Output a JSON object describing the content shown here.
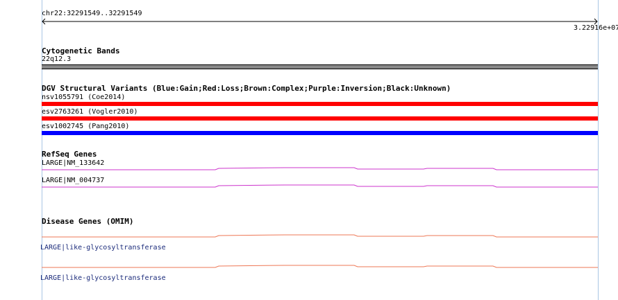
{
  "ruler": {
    "region": "chr22:32291549..32291549",
    "coord_label": "3.22916e+07"
  },
  "tracks": {
    "cyto": {
      "title": "Cytogenetic Bands",
      "band": "22q12.3"
    },
    "dgv": {
      "title": "DGV Structural Variants (Blue:Gain;Red:Loss;Brown:Complex;Purple:Inversion;Black:Unknown)",
      "items": [
        {
          "label": "nsv1055791 (Coe2014)",
          "color": "#ff0000"
        },
        {
          "label": "esv2763261 (Vogler2010)",
          "color": "#ff0000"
        },
        {
          "label": "esv1002745 (Pang2010)",
          "color": "#0000ff"
        }
      ]
    },
    "refseq": {
      "title": "RefSeq Genes",
      "color": "#cc33cc",
      "items": [
        {
          "label": "LARGE|NM_133642"
        },
        {
          "label": "LARGE|NM_004737"
        }
      ]
    },
    "omim": {
      "title": "Disease Genes (OMIM)",
      "color": "#ee7755",
      "items": [
        {
          "label": "LARGE|like-glycosyltransferase"
        },
        {
          "label": "LARGE|like-glycosyltransferase"
        }
      ]
    }
  },
  "colors": {
    "guide": "#a9c6e4",
    "cyto_band": "#888888"
  }
}
